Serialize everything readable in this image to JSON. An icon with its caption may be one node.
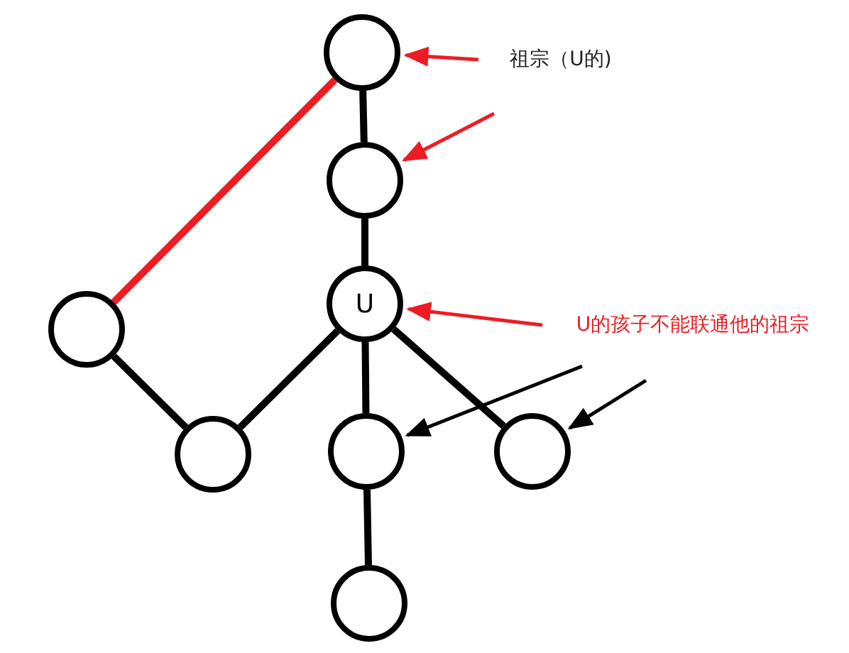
{
  "diagram": {
    "nodes": [
      {
        "text": [],
        "shape": "circle"
      },
      {
        "text": [],
        "shape": "circle"
      },
      {
        "text": [
          "U"
        ]
      },
      {
        "text": [],
        "shape": "circle"
      },
      {
        "text": [],
        "shape": "circle"
      },
      {
        "text": [],
        "shape": "circle"
      },
      {
        "text": [],
        "shape": "circle"
      },
      {
        "text": [],
        "shape": "circle"
      },
      {
        "text": [
          "祖宗（U的)"
        ]
      },
      {
        "text": [
          "U的孩子不能联通他的祖宗"
        ]
      }
    ],
    "edges": [
      {
        "from": 0,
        "to": 1,
        "arrow": "none"
      },
      {
        "from": 1,
        "to": 2,
        "arrow": "none"
      },
      {
        "from": 2,
        "to": 4,
        "arrow": "none"
      },
      {
        "from": 2,
        "to": 5,
        "arrow": "none"
      },
      {
        "from": 2,
        "to": 6,
        "arrow": "none"
      },
      {
        "from": 5,
        "to": 7,
        "arrow": "none"
      },
      {
        "from": 3,
        "to": 4,
        "arrow": "none"
      },
      {
        "from": 3,
        "to": 0,
        "arrow": "none",
        "color": "#ed1c24"
      },
      {
        "from": 8,
        "to": 0,
        "arrow": "to",
        "color": "#ed1c24"
      },
      {
        "from": null,
        "to": 1,
        "arrow": "to",
        "color": "#ed1c24"
      },
      {
        "from": 9,
        "to": 2,
        "arrow": "to",
        "color": "#ed1c24"
      },
      {
        "from": 9,
        "to": 5,
        "arrow": "to"
      },
      {
        "from": 9,
        "to": 6,
        "arrow": "to"
      }
    ]
  }
}
